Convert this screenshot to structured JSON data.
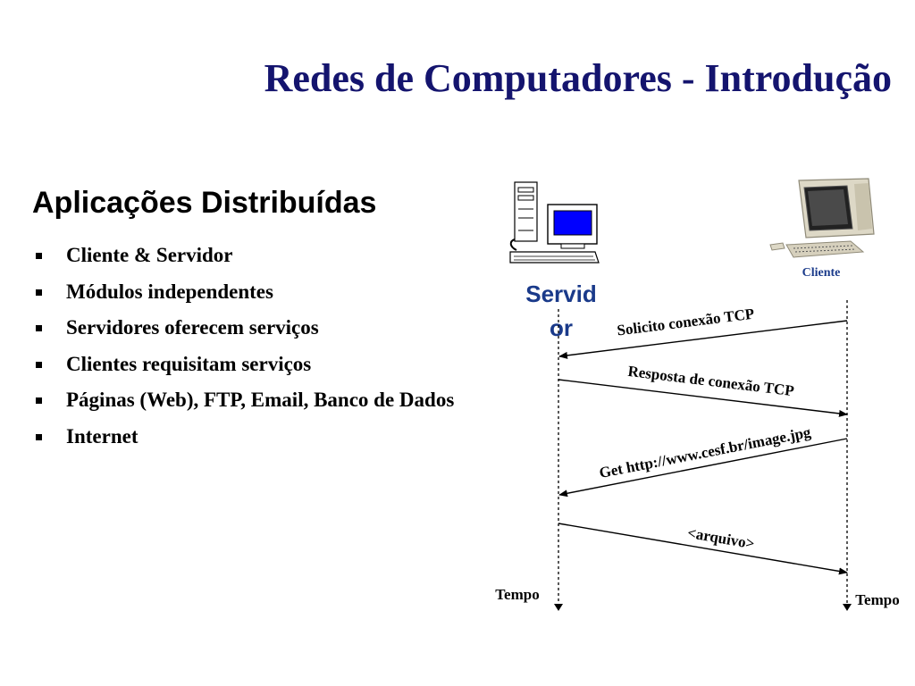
{
  "slide": {
    "title": "Redes de Computadores - Introdução",
    "heading": "Aplicações Distribuídas",
    "bullets": [
      "Cliente & Servidor",
      "Módulos independentes",
      "Servidores oferecem serviços",
      "Clientes requisitam serviços",
      "Páginas (Web), FTP, Email, Banco de Dados",
      "Internet"
    ]
  },
  "diagram": {
    "server_label_line1": "Servid",
    "server_label_line2": "or",
    "client_label": "Cliente",
    "server_time_label": "Tempo",
    "client_time_label": "Tempo",
    "messages": [
      "Solicito conexão TCP",
      "Resposta de conexão TCP",
      "Get http://www.cesf.br/image.jpg",
      "<arquivo>"
    ],
    "colors": {
      "title": "#14146e",
      "server_label": "#1a3a8a",
      "client_label": "#1a3a8a",
      "screen_blue": "#0000ff"
    }
  }
}
